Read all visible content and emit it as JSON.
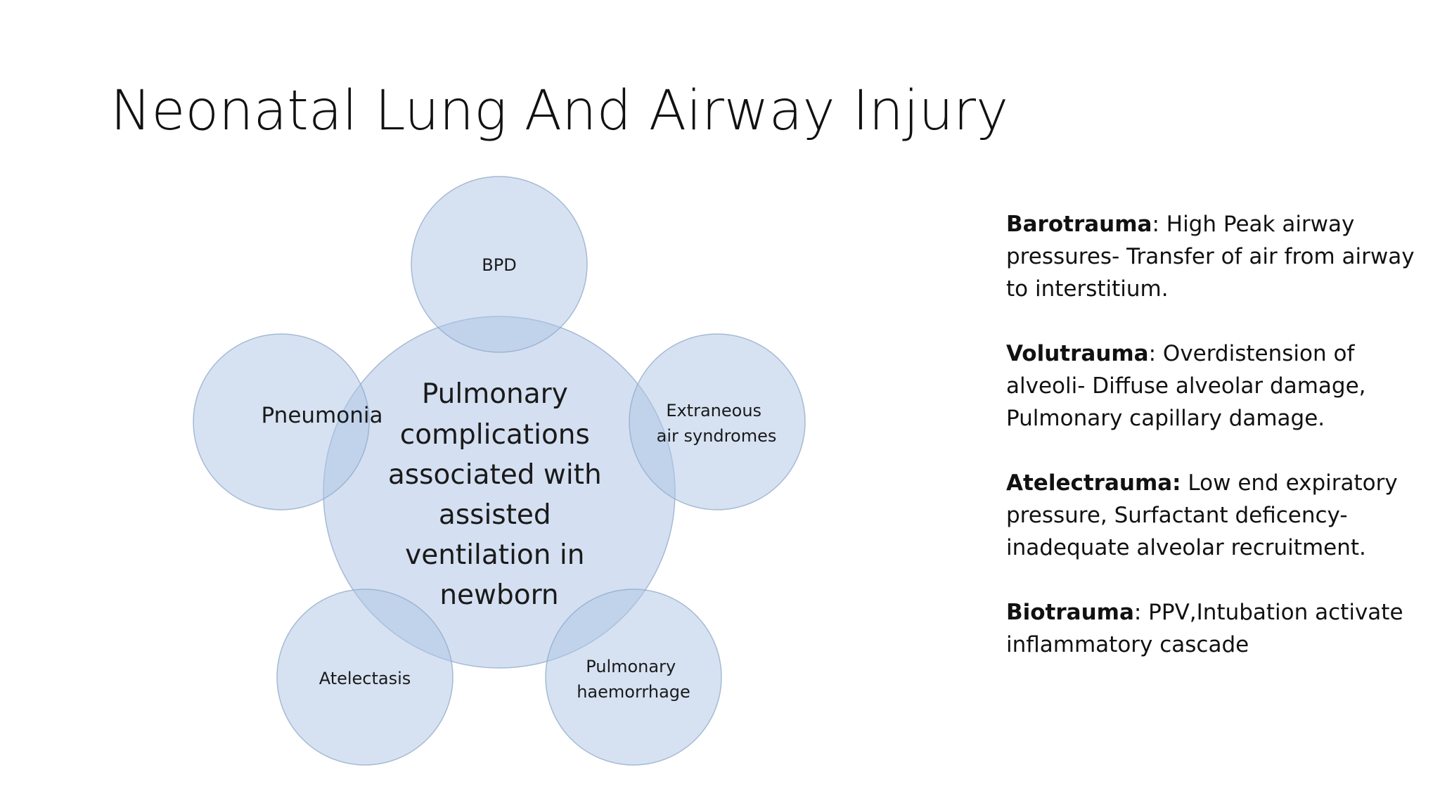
{
  "slide": {
    "title": "Neonatal Lung And Airway Injury"
  },
  "diagram": {
    "center": {
      "lines": [
        "Pulmonary",
        "complications",
        "associated with",
        "assisted",
        "ventilation in",
        "newborn"
      ]
    },
    "satellites": {
      "bpd": {
        "lines": [
          "BPD"
        ]
      },
      "pneumonia": {
        "lines": [
          "Pneumonia"
        ]
      },
      "extraneous": {
        "lines": [
          "Extraneous",
          "air syndromes"
        ]
      },
      "atelectasis": {
        "lines": [
          "Atelectasis"
        ]
      },
      "haemorrhage": {
        "lines": [
          "Pulmonary",
          "haemorrhage"
        ]
      }
    },
    "colors": {
      "circle_fill": "#aec6e6",
      "circle_stroke": "#8fa8c8"
    }
  },
  "notes": [
    {
      "term": "Barotrauma",
      "separator": ":",
      "text": " High Peak airway pressures- Transfer of air from airway to interstitium."
    },
    {
      "term": "Volutrauma",
      "separator": ":",
      "text": " Overdistension of alveoli- Diffuse alveolar damage, Pulmonary capillary damage."
    },
    {
      "term": "Atelectrauma:",
      "separator": "",
      "text": " Low end expiratory pressure, Surfactant deficency- inadequate alveolar recruitment."
    },
    {
      "term": "Biotrauma",
      "separator": ":",
      "text": " PPV,Intubation activate inflammatory cascade"
    }
  ]
}
